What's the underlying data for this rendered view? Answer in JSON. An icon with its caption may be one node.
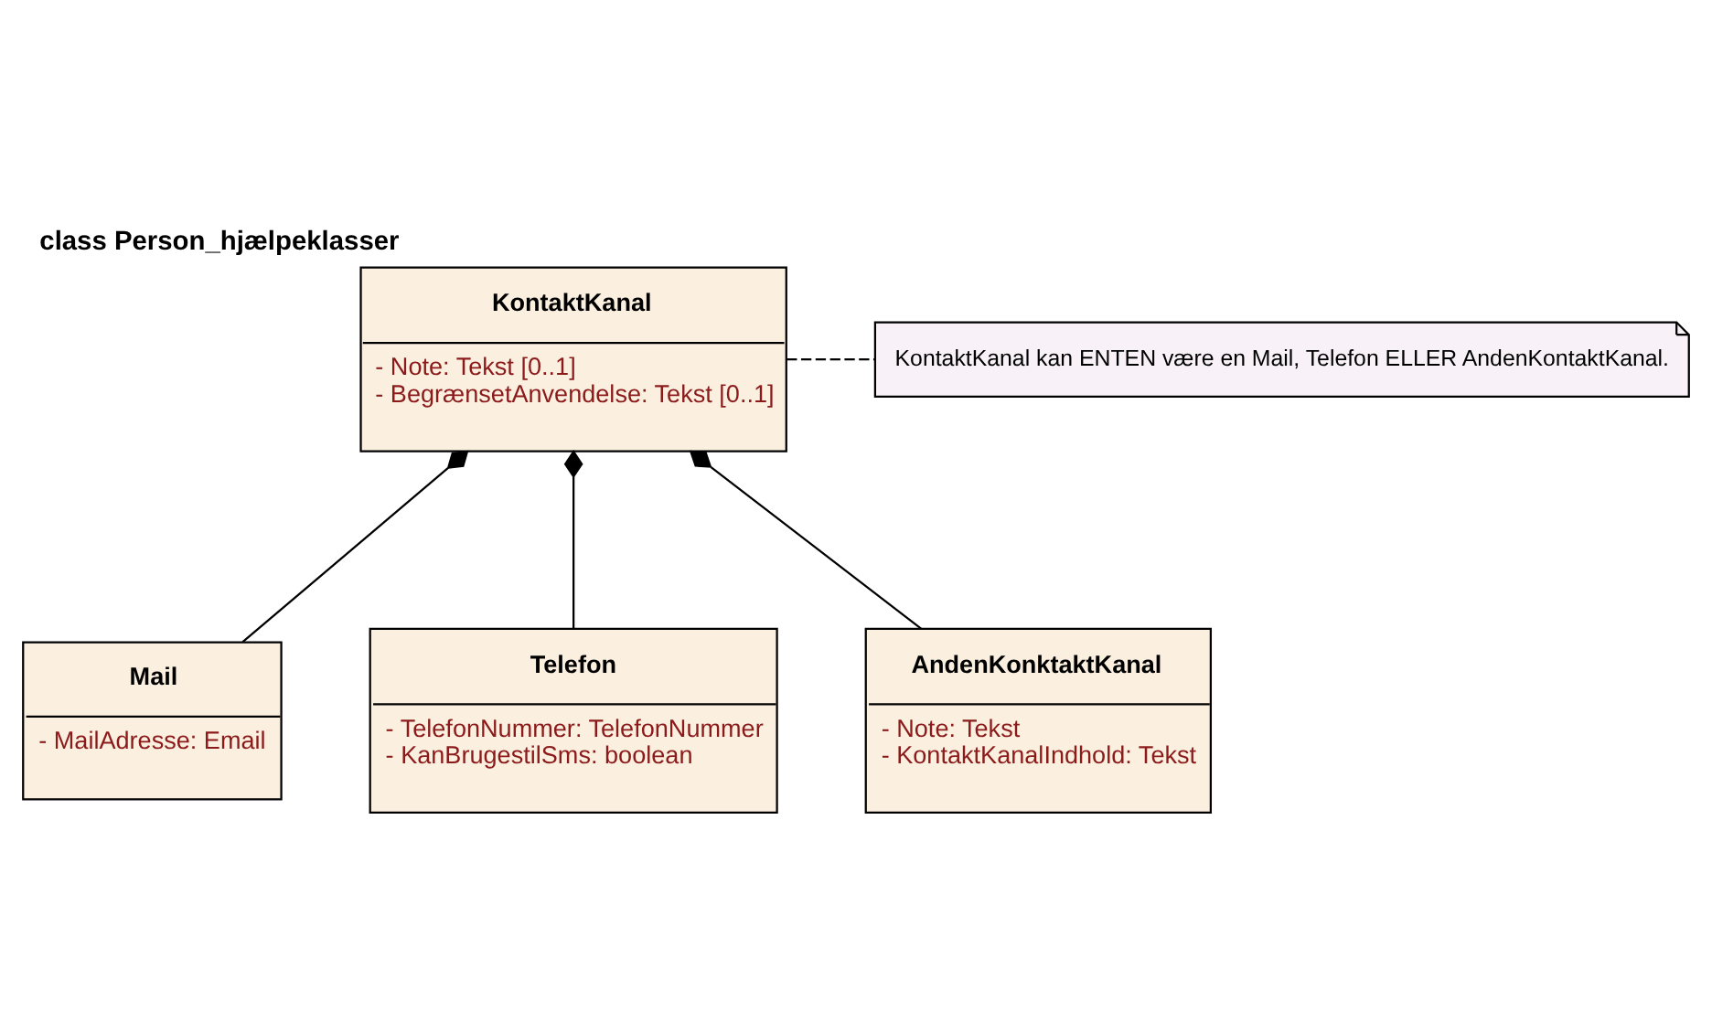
{
  "diagram": {
    "title": "class Person_hjælpeklasser",
    "nodes": [
      {
        "text": [
          "KontaktKanal",
          "- Note: Tekst [0..1]",
          "- BegrænsetAnvendelse: Tekst [0..1]"
        ]
      },
      {
        "text": [
          "KontaktKanal kan ENTEN være en Mail, Telefon ELLER AndenKontaktKanal."
        ]
      },
      {
        "text": [
          "Mail",
          "- MailAdresse: Email"
        ]
      },
      {
        "text": [
          "Telefon",
          "- TelefonNummer: TelefonNummer",
          "- KanBrugestilSms: boolean"
        ]
      },
      {
        "text": [
          "AndenKonktaktKanal",
          "- Note: Tekst",
          "- KontaktKanalIndhold: Tekst"
        ]
      }
    ],
    "edges": [
      {
        "from": 0,
        "to": 1,
        "arrow": "none",
        "style": "dashed"
      },
      {
        "from": 0,
        "to": 2,
        "arrow": "other"
      },
      {
        "from": 0,
        "to": 3,
        "arrow": "other"
      },
      {
        "from": 0,
        "to": 4,
        "arrow": "other"
      }
    ]
  }
}
